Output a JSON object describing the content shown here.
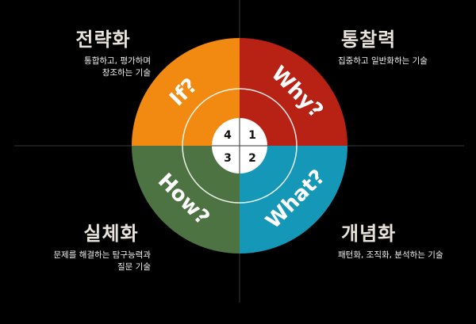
{
  "quadrants": {
    "top_left": {
      "title": "전략화",
      "desc_line1": "통합하고, 평가하며",
      "desc_line2": "창조하는 기술",
      "question": "If?",
      "number": "4",
      "color": "#f28a12"
    },
    "top_right": {
      "title": "통찰력",
      "desc_line1": "집중하고 일반화하는 기술",
      "question": "Why?",
      "number": "1",
      "color": "#b82214"
    },
    "bottom_right": {
      "title": "개념화",
      "desc_line1": "패턴화, 조직화, 분석하는 기술",
      "question": "What?",
      "number": "2",
      "color": "#1597b8"
    },
    "bottom_left": {
      "title": "실체화",
      "desc_line1": "문제를 해결하는 탐구능력과",
      "desc_line2": "질문 기술",
      "question": "How?",
      "number": "3",
      "color": "#4e7343"
    }
  },
  "colors": {
    "background": "#000000",
    "axis": "#3a3a3a",
    "ring": "#ffffff",
    "center": "#ffffff"
  }
}
